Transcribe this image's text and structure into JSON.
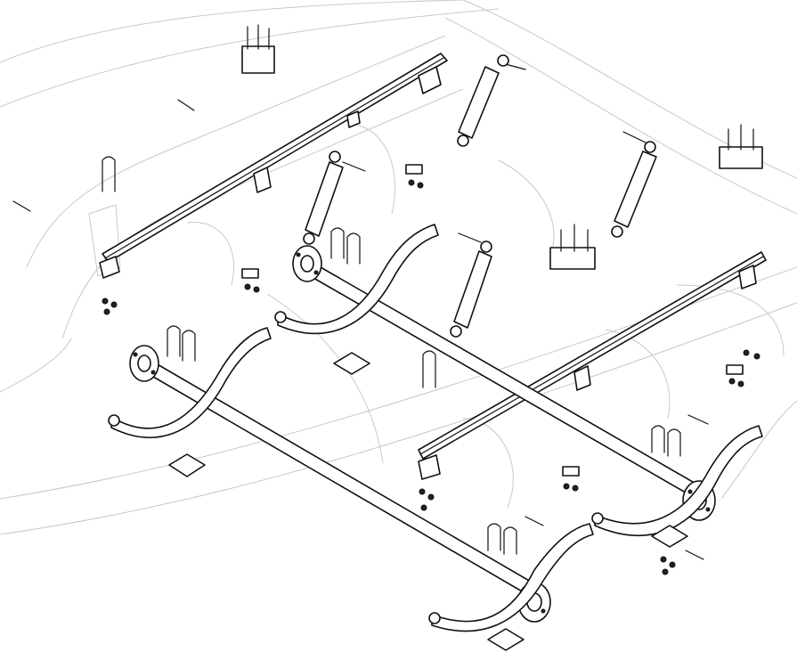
{
  "diagram": {
    "kind": "exploded-parts-view",
    "colors": {
      "background": "#ffffff",
      "parts": "#111111",
      "frame_outline": "#c8c8c8"
    },
    "components": [
      "front-axle",
      "rear-axle",
      "left-frame-rail",
      "right-frame-rail",
      "leaf-springs",
      "shock-absorbers",
      "u-bolts",
      "spring-plates",
      "hangers",
      "fasteners"
    ]
  }
}
